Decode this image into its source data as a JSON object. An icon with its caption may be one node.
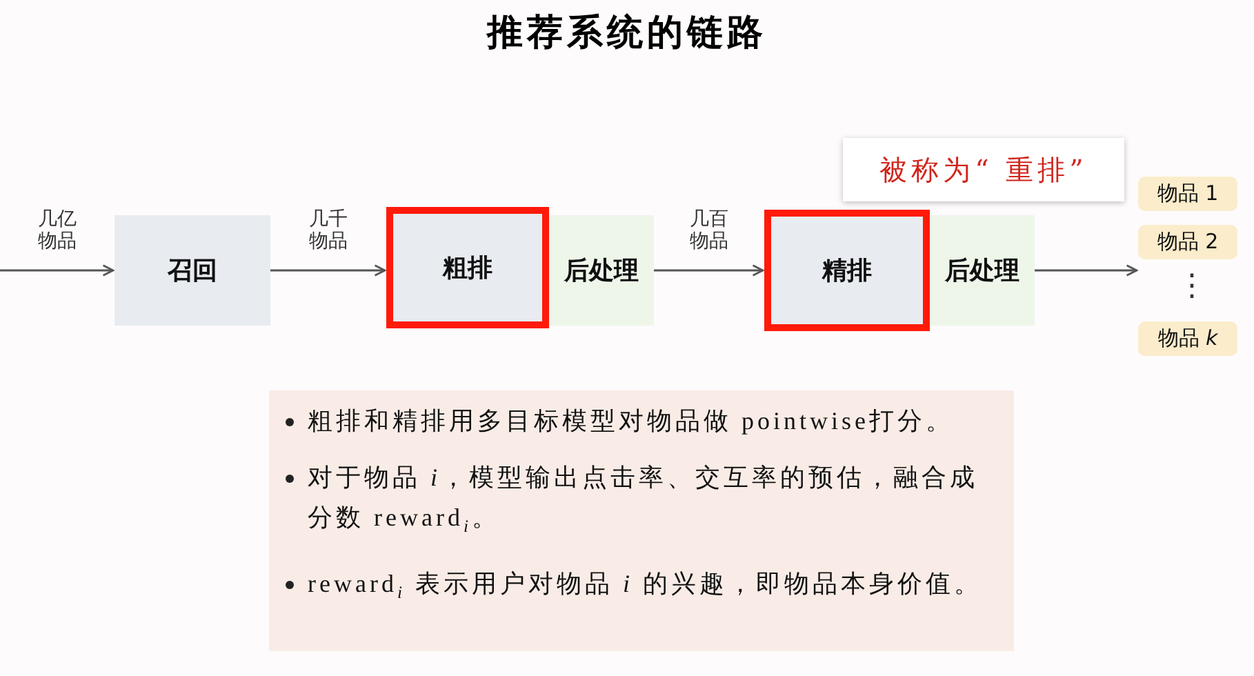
{
  "diagram": {
    "title": "推荐系统的链路",
    "nodes": [
      {
        "text": [
          "召回"
        ]
      },
      {
        "text": [
          "粗排"
        ]
      },
      {
        "text": [
          "后处理"
        ]
      },
      {
        "text": [
          "精排"
        ]
      },
      {
        "text": [
          "后处理"
        ]
      },
      {
        "text": [
          "被称为“ 重排”"
        ]
      },
      {
        "text": [
          "物品 1"
        ]
      },
      {
        "text": [
          "物品 2"
        ]
      },
      {
        "text": [
          "物品 *k*"
        ]
      },
      {
        "text": [
          "粗排和精排用多目标模型对物品做 pointwise打分。",
          "对于物品 *i*，模型输出点击率、交互率的预估，融合成分数 reward$_{i}$。",
          "reward$_{i}$ 表示用户对物品 *i* 的兴趣，即物品本身价值。"
        ]
      }
    ],
    "edges": [
      {
        "from": null,
        "to": 0,
        "arrow": "to",
        "label": "几亿物品"
      },
      {
        "from": 0,
        "to": 1,
        "arrow": "to",
        "label": "几千物品"
      },
      {
        "from": 2,
        "to": 3,
        "arrow": "to",
        "label": "几百物品"
      },
      {
        "from": 4,
        "to": 7,
        "arrow": "to"
      }
    ],
    "labels": [
      "⋮"
    ]
  }
}
